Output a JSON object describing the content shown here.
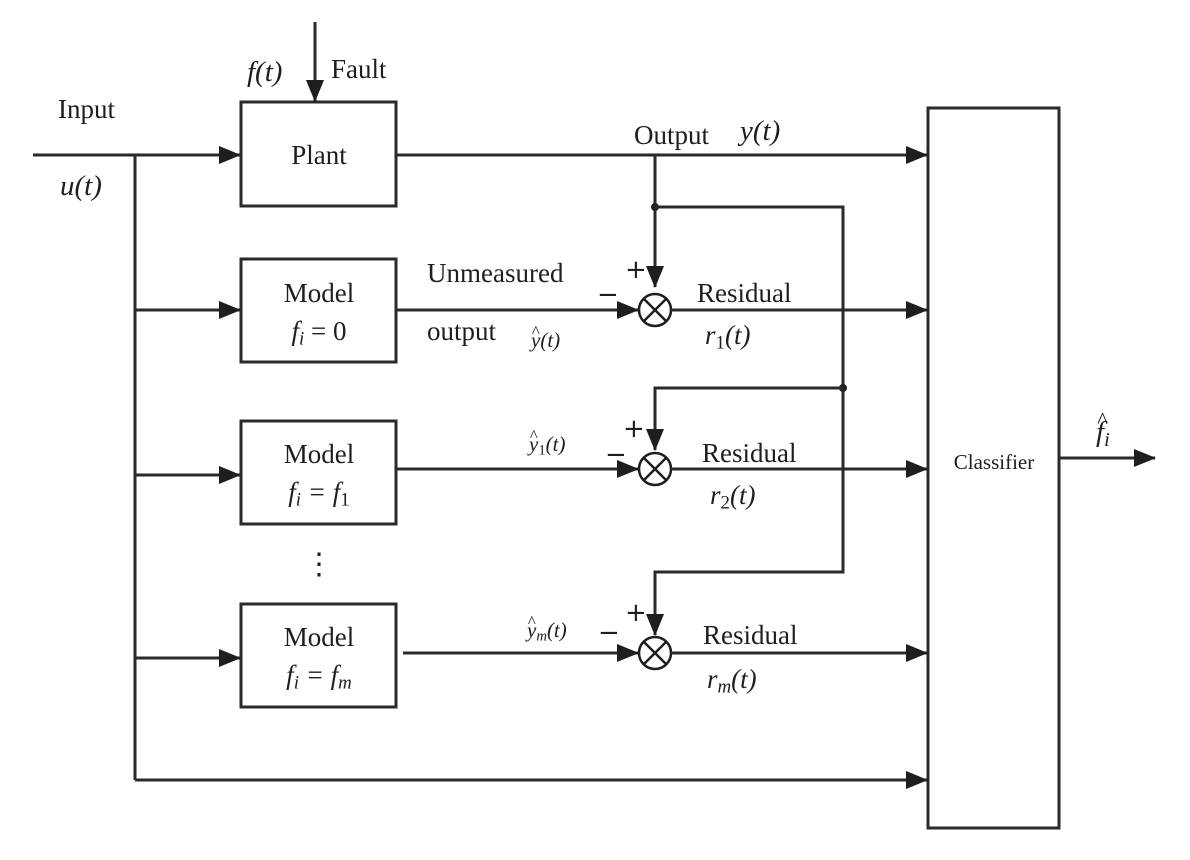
{
  "diagram": {
    "title": "Model-based fault diagnosis with residual classifier",
    "input": {
      "label": "Input",
      "signal": "u(t)"
    },
    "fault": {
      "label": "Fault",
      "signal": "f(t)"
    },
    "plant": {
      "label": "Plant"
    },
    "output": {
      "label": "Output",
      "signal": "y(t)"
    },
    "models": [
      {
        "label": "Model",
        "condition_lhs": "f",
        "condition_lhs_sub": "i",
        "condition_rhs": "= 0",
        "condition_rhs_sub": ""
      },
      {
        "label": "Model",
        "condition_lhs": "f",
        "condition_lhs_sub": "i",
        "condition_rhs": "= f",
        "condition_rhs_sub": "1"
      },
      {
        "label": "Model",
        "condition_lhs": "f",
        "condition_lhs_sub": "i",
        "condition_rhs": "= f",
        "condition_rhs_sub": "m"
      }
    ],
    "ellipsis": "⋮",
    "unmeasured_output": {
      "line1": "Unmeasured",
      "line2": "output"
    },
    "estimates": [
      {
        "base": "y",
        "sub": "",
        "arg": "(t)"
      },
      {
        "base": "y",
        "sub": "1",
        "arg": "(t)"
      },
      {
        "base": "y",
        "sub": "m",
        "arg": "(t)"
      }
    ],
    "residuals": [
      {
        "label": "Residual",
        "base": "r",
        "sub": "1",
        "arg": "(t)"
      },
      {
        "label": "Residual",
        "base": "r",
        "sub": "2",
        "arg": "(t)"
      },
      {
        "label": "Residual",
        "base": "r",
        "sub": "m",
        "arg": "(t)"
      }
    ],
    "summing_junction": {
      "plus": "+",
      "minus": "−",
      "symbol": "circle-cross"
    },
    "classifier": {
      "label": "Classifier",
      "output_base": "f",
      "output_sub": "i",
      "output_hat": true
    }
  }
}
